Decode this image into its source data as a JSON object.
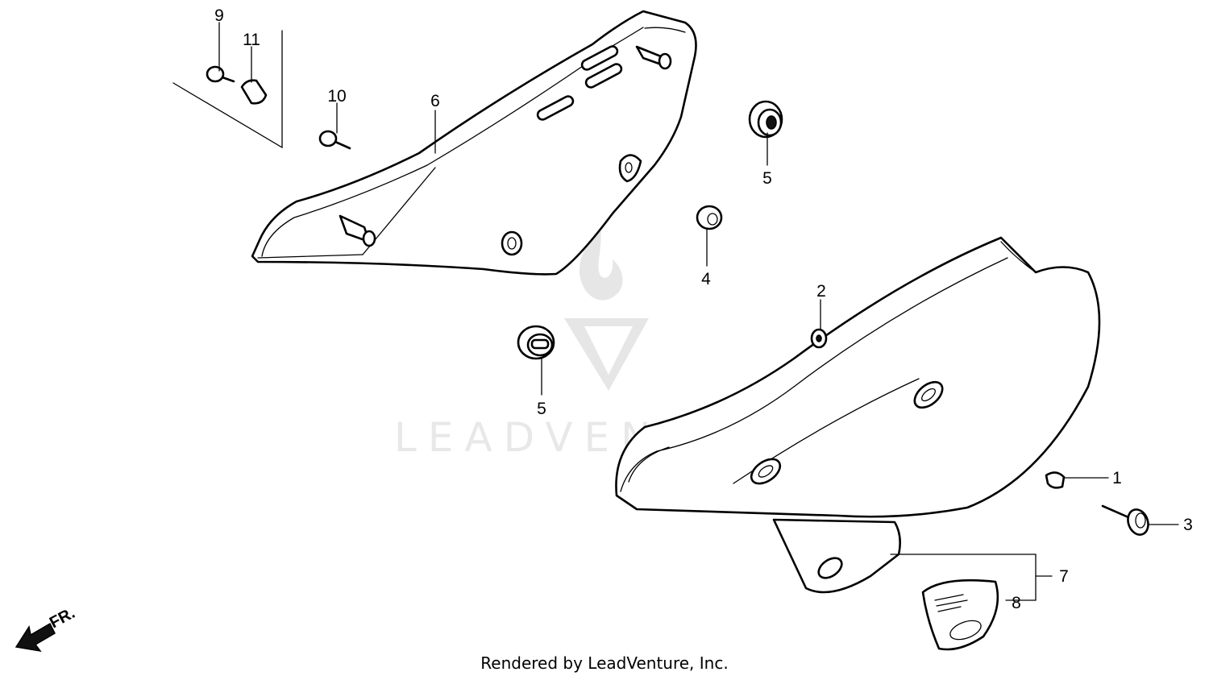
{
  "callouts": {
    "c1": "1",
    "c2": "2",
    "c3": "3",
    "c4": "4",
    "c5a": "5",
    "c5b": "5",
    "c6": "6",
    "c7": "7",
    "c8": "8",
    "c9": "9",
    "c10": "10",
    "c11": "11"
  },
  "direction_label": "FR.",
  "watermark": "LEADVENTURE",
  "footer": "Rendered by LeadVenture, Inc."
}
